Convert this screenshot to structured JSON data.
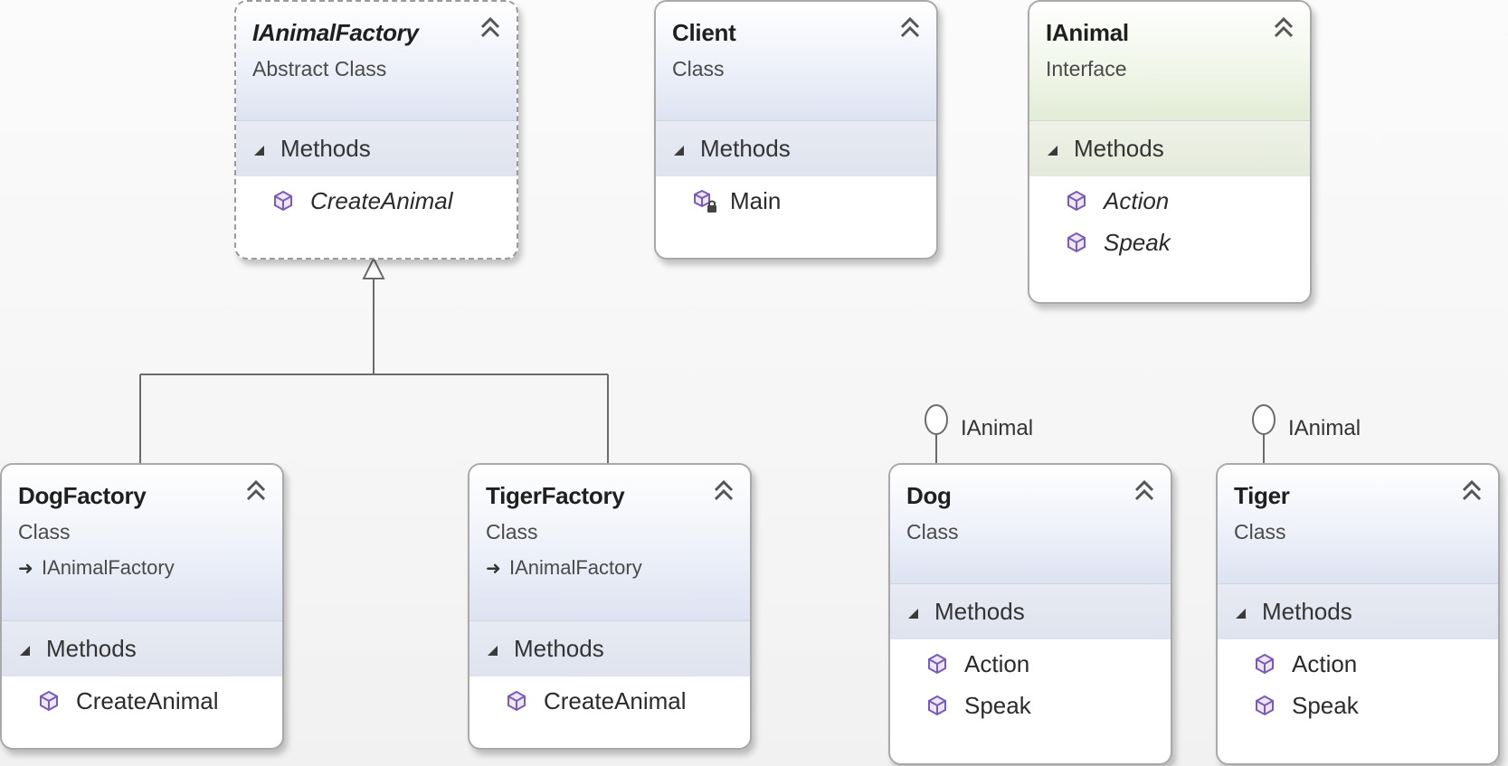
{
  "boxes": {
    "ianimalfactory": {
      "title": "IAnimalFactory",
      "kind": "Abstract Class",
      "section": "Methods",
      "methods": [
        "CreateAnimal"
      ]
    },
    "client": {
      "title": "Client",
      "kind": "Class",
      "section": "Methods",
      "methods": [
        "Main"
      ]
    },
    "ianimal": {
      "title": "IAnimal",
      "kind": "Interface",
      "section": "Methods",
      "methods": [
        "Action",
        "Speak"
      ]
    },
    "dogfactory": {
      "title": "DogFactory",
      "kind": "Class",
      "inherits": "IAnimalFactory",
      "section": "Methods",
      "methods": [
        "CreateAnimal"
      ]
    },
    "tigerfactory": {
      "title": "TigerFactory",
      "kind": "Class",
      "inherits": "IAnimalFactory",
      "section": "Methods",
      "methods": [
        "CreateAnimal"
      ]
    },
    "dog": {
      "title": "Dog",
      "kind": "Class",
      "implements": "IAnimal",
      "section": "Methods",
      "methods": [
        "Action",
        "Speak"
      ]
    },
    "tiger": {
      "title": "Tiger",
      "kind": "Class",
      "implements": "IAnimal",
      "section": "Methods",
      "methods": [
        "Action",
        "Speak"
      ]
    }
  },
  "colors": {
    "box_border": "#a9a9a9",
    "class_header": "#dde3f2",
    "interface_header": "#e3ecd6",
    "method_icon": "#7a5bb5",
    "connector": "#6b6b6b"
  },
  "icons": {
    "collapse": "double-chevron-up-icon",
    "method": "method-cube-icon",
    "private_method": "private-method-lock-icon",
    "inheritance": "inheritance-arrow-icon",
    "interface": "interface-lollipop-icon"
  }
}
